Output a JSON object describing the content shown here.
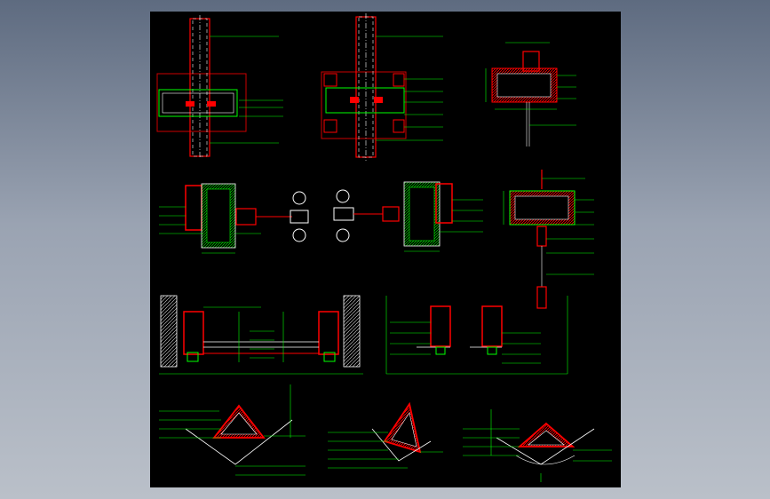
{
  "drawing": {
    "background_color": "#000000",
    "profile_color": "#ff0000",
    "dimension_color": "#00ff00",
    "frame_color": "#cc0000",
    "outline_color": "#ffffff"
  },
  "detail_panels": [
    {
      "id": "mullion-section-a",
      "row": 1
    },
    {
      "id": "mullion-section-b",
      "row": 1
    },
    {
      "id": "transom-section-c",
      "row": 1
    },
    {
      "id": "corner-section-d",
      "row": 2
    },
    {
      "id": "corner-section-e",
      "row": 2
    },
    {
      "id": "transom-section-f",
      "row": 2
    },
    {
      "id": "jamb-section-g",
      "row": 3
    },
    {
      "id": "jamb-section-h",
      "row": 3
    },
    {
      "id": "angle-section-i",
      "row": 4
    },
    {
      "id": "angle-section-j",
      "row": 4
    },
    {
      "id": "angle-section-k",
      "row": 4
    }
  ]
}
